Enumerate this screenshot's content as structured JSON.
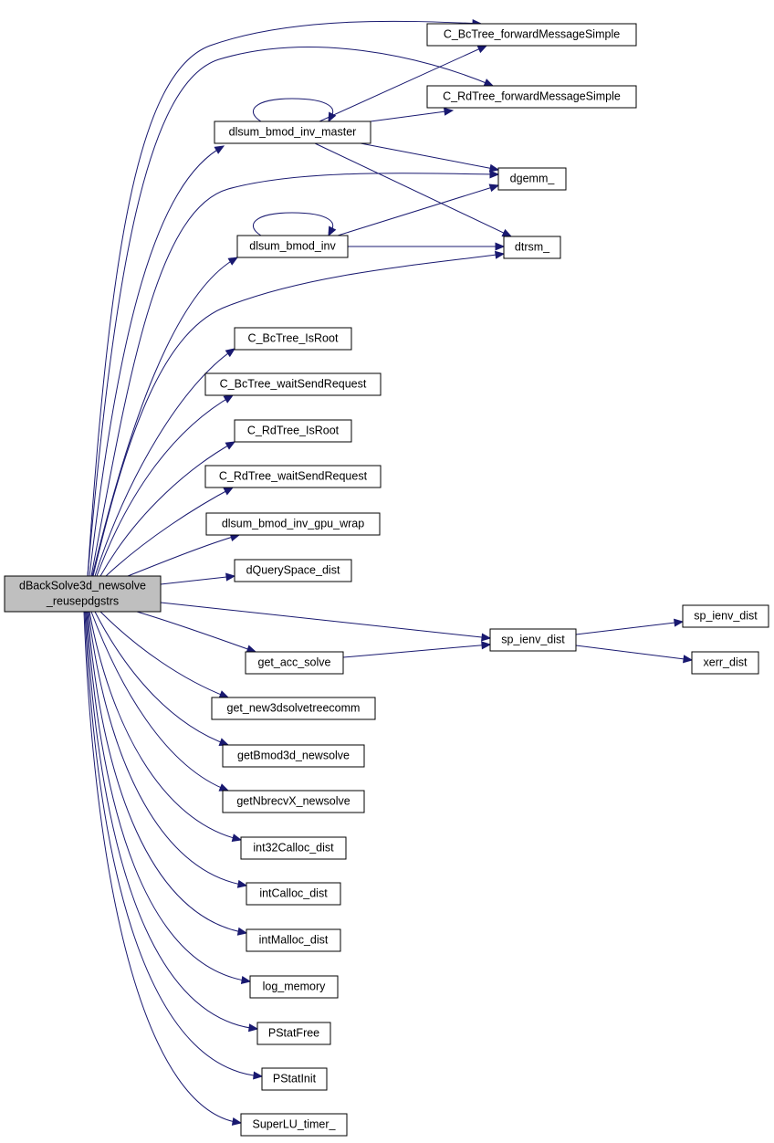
{
  "diagram": {
    "root": {
      "id": "root",
      "lines": [
        "dBackSolve3d_newsolve",
        "_reusepdgstrs"
      ]
    },
    "nodes": [
      {
        "id": "bcfwd",
        "label": "C_BcTree_forwardMessageSimple"
      },
      {
        "id": "rdfwd",
        "label": "C_RdTree_forwardMessageSimple"
      },
      {
        "id": "master",
        "label": "dlsum_bmod_inv_master"
      },
      {
        "id": "dgemm",
        "label": "dgemm_"
      },
      {
        "id": "inv",
        "label": "dlsum_bmod_inv"
      },
      {
        "id": "dtrsm",
        "label": "dtrsm_"
      },
      {
        "id": "bcroot",
        "label": "C_BcTree_IsRoot"
      },
      {
        "id": "bcwait",
        "label": "C_BcTree_waitSendRequest"
      },
      {
        "id": "rdroot",
        "label": "C_RdTree_IsRoot"
      },
      {
        "id": "rdwait",
        "label": "C_RdTree_waitSendRequest"
      },
      {
        "id": "gpuwrap",
        "label": "dlsum_bmod_inv_gpu_wrap"
      },
      {
        "id": "dquery",
        "label": "dQuerySpace_dist"
      },
      {
        "id": "spienv",
        "label": "sp_ienv_dist"
      },
      {
        "id": "spienv2",
        "label": "sp_ienv_dist"
      },
      {
        "id": "xerr",
        "label": "xerr_dist"
      },
      {
        "id": "getacc",
        "label": "get_acc_solve"
      },
      {
        "id": "getnew3d",
        "label": "get_new3dsolvetreecomm"
      },
      {
        "id": "getbmod",
        "label": "getBmod3d_newsolve"
      },
      {
        "id": "getnbrecv",
        "label": "getNbrecvX_newsolve"
      },
      {
        "id": "int32calloc",
        "label": "int32Calloc_dist"
      },
      {
        "id": "intcalloc",
        "label": "intCalloc_dist"
      },
      {
        "id": "intmalloc",
        "label": "intMalloc_dist"
      },
      {
        "id": "logmem",
        "label": "log_memory"
      },
      {
        "id": "pstatfree",
        "label": "PStatFree"
      },
      {
        "id": "pstatinit",
        "label": "PStatInit"
      },
      {
        "id": "timer",
        "label": "SuperLU_timer_"
      }
    ],
    "edges": [
      [
        "root",
        "bcfwd"
      ],
      [
        "root",
        "rdfwd"
      ],
      [
        "root",
        "master"
      ],
      [
        "root",
        "dgemm"
      ],
      [
        "root",
        "inv"
      ],
      [
        "root",
        "dtrsm"
      ],
      [
        "root",
        "bcroot"
      ],
      [
        "root",
        "bcwait"
      ],
      [
        "root",
        "rdroot"
      ],
      [
        "root",
        "rdwait"
      ],
      [
        "root",
        "gpuwrap"
      ],
      [
        "root",
        "dquery"
      ],
      [
        "root",
        "spienv"
      ],
      [
        "root",
        "getacc"
      ],
      [
        "root",
        "getnew3d"
      ],
      [
        "root",
        "getbmod"
      ],
      [
        "root",
        "getnbrecv"
      ],
      [
        "root",
        "int32calloc"
      ],
      [
        "root",
        "intcalloc"
      ],
      [
        "root",
        "intmalloc"
      ],
      [
        "root",
        "logmem"
      ],
      [
        "root",
        "pstatfree"
      ],
      [
        "root",
        "pstatinit"
      ],
      [
        "root",
        "timer"
      ],
      [
        "master",
        "master"
      ],
      [
        "master",
        "bcfwd"
      ],
      [
        "master",
        "rdfwd"
      ],
      [
        "master",
        "dgemm"
      ],
      [
        "master",
        "dtrsm"
      ],
      [
        "inv",
        "inv"
      ],
      [
        "inv",
        "dgemm"
      ],
      [
        "inv",
        "dtrsm"
      ],
      [
        "getacc",
        "spienv"
      ],
      [
        "spienv",
        "spienv2"
      ],
      [
        "spienv",
        "xerr"
      ]
    ]
  }
}
